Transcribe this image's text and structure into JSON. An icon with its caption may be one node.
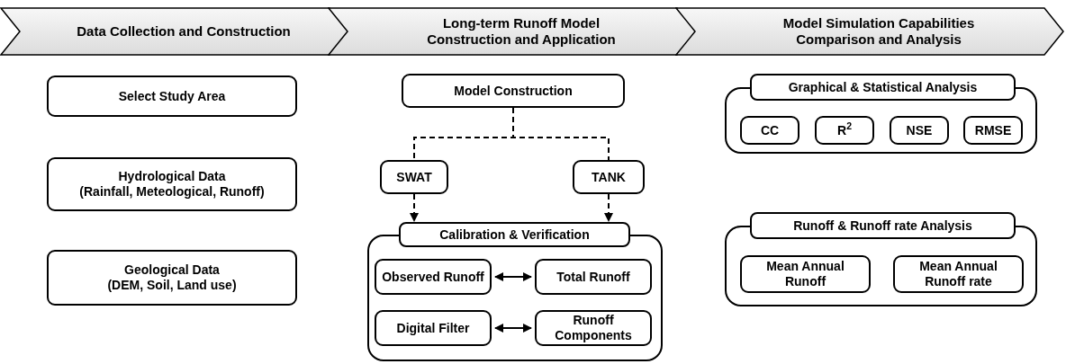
{
  "diagram": {
    "nodes": [
      {
        "text": [
          "Data Collection and Construction"
        ]
      },
      {
        "text": [
          "Long-term Runoff Model Construction and Application"
        ]
      },
      {
        "text": [
          "Model Simulation Capabilities Comparison and Analysis"
        ]
      },
      {
        "text": [
          "Select Study Area"
        ]
      },
      {
        "text": [
          "Hydrological Data",
          "(Rainfall, Meteological, Runoff)"
        ]
      },
      {
        "text": [
          "Geological Data",
          "(DEM, Soil, Land use)"
        ]
      },
      {
        "text": [
          "Model Construction"
        ]
      },
      {
        "text": [
          "SWAT"
        ]
      },
      {
        "text": [
          "TANK"
        ]
      },
      {
        "text": [
          "Calibration & Verification"
        ]
      },
      {
        "text": [
          "Observed Runoff"
        ],
        "in": 9
      },
      {
        "text": [
          "Total Runoff"
        ],
        "in": 9
      },
      {
        "text": [
          "Digital Filter"
        ],
        "in": 9
      },
      {
        "text": [
          "Runoff Components"
        ],
        "in": 9
      },
      {
        "text": [
          "Graphical & Statistical Analysis"
        ]
      },
      {
        "text": [
          "CC"
        ],
        "in": 14
      },
      {
        "text": [
          "R$^{2}$"
        ],
        "in": 14
      },
      {
        "text": [
          "NSE"
        ],
        "in": 14
      },
      {
        "text": [
          "RMSE"
        ],
        "in": 14
      },
      {
        "text": [
          "Runoff & Runoff rate Analysis"
        ]
      },
      {
        "text": [
          "Mean Annual Runoff"
        ],
        "in": 19
      },
      {
        "text": [
          "Mean Annual Runoff rate"
        ],
        "in": 19
      }
    ],
    "edges": [
      {
        "from": 6,
        "to": 7,
        "arrow": "none",
        "style": "dashed"
      },
      {
        "from": 6,
        "to": 8,
        "arrow": "none",
        "style": "dashed"
      },
      {
        "from": 7,
        "to": 9,
        "arrow": "to",
        "style": "dashed"
      },
      {
        "from": 8,
        "to": 9,
        "arrow": "to",
        "style": "dashed"
      },
      {
        "from": 10,
        "to": 11,
        "arrow": "both"
      },
      {
        "from": 12,
        "to": 13,
        "arrow": "both"
      }
    ]
  }
}
